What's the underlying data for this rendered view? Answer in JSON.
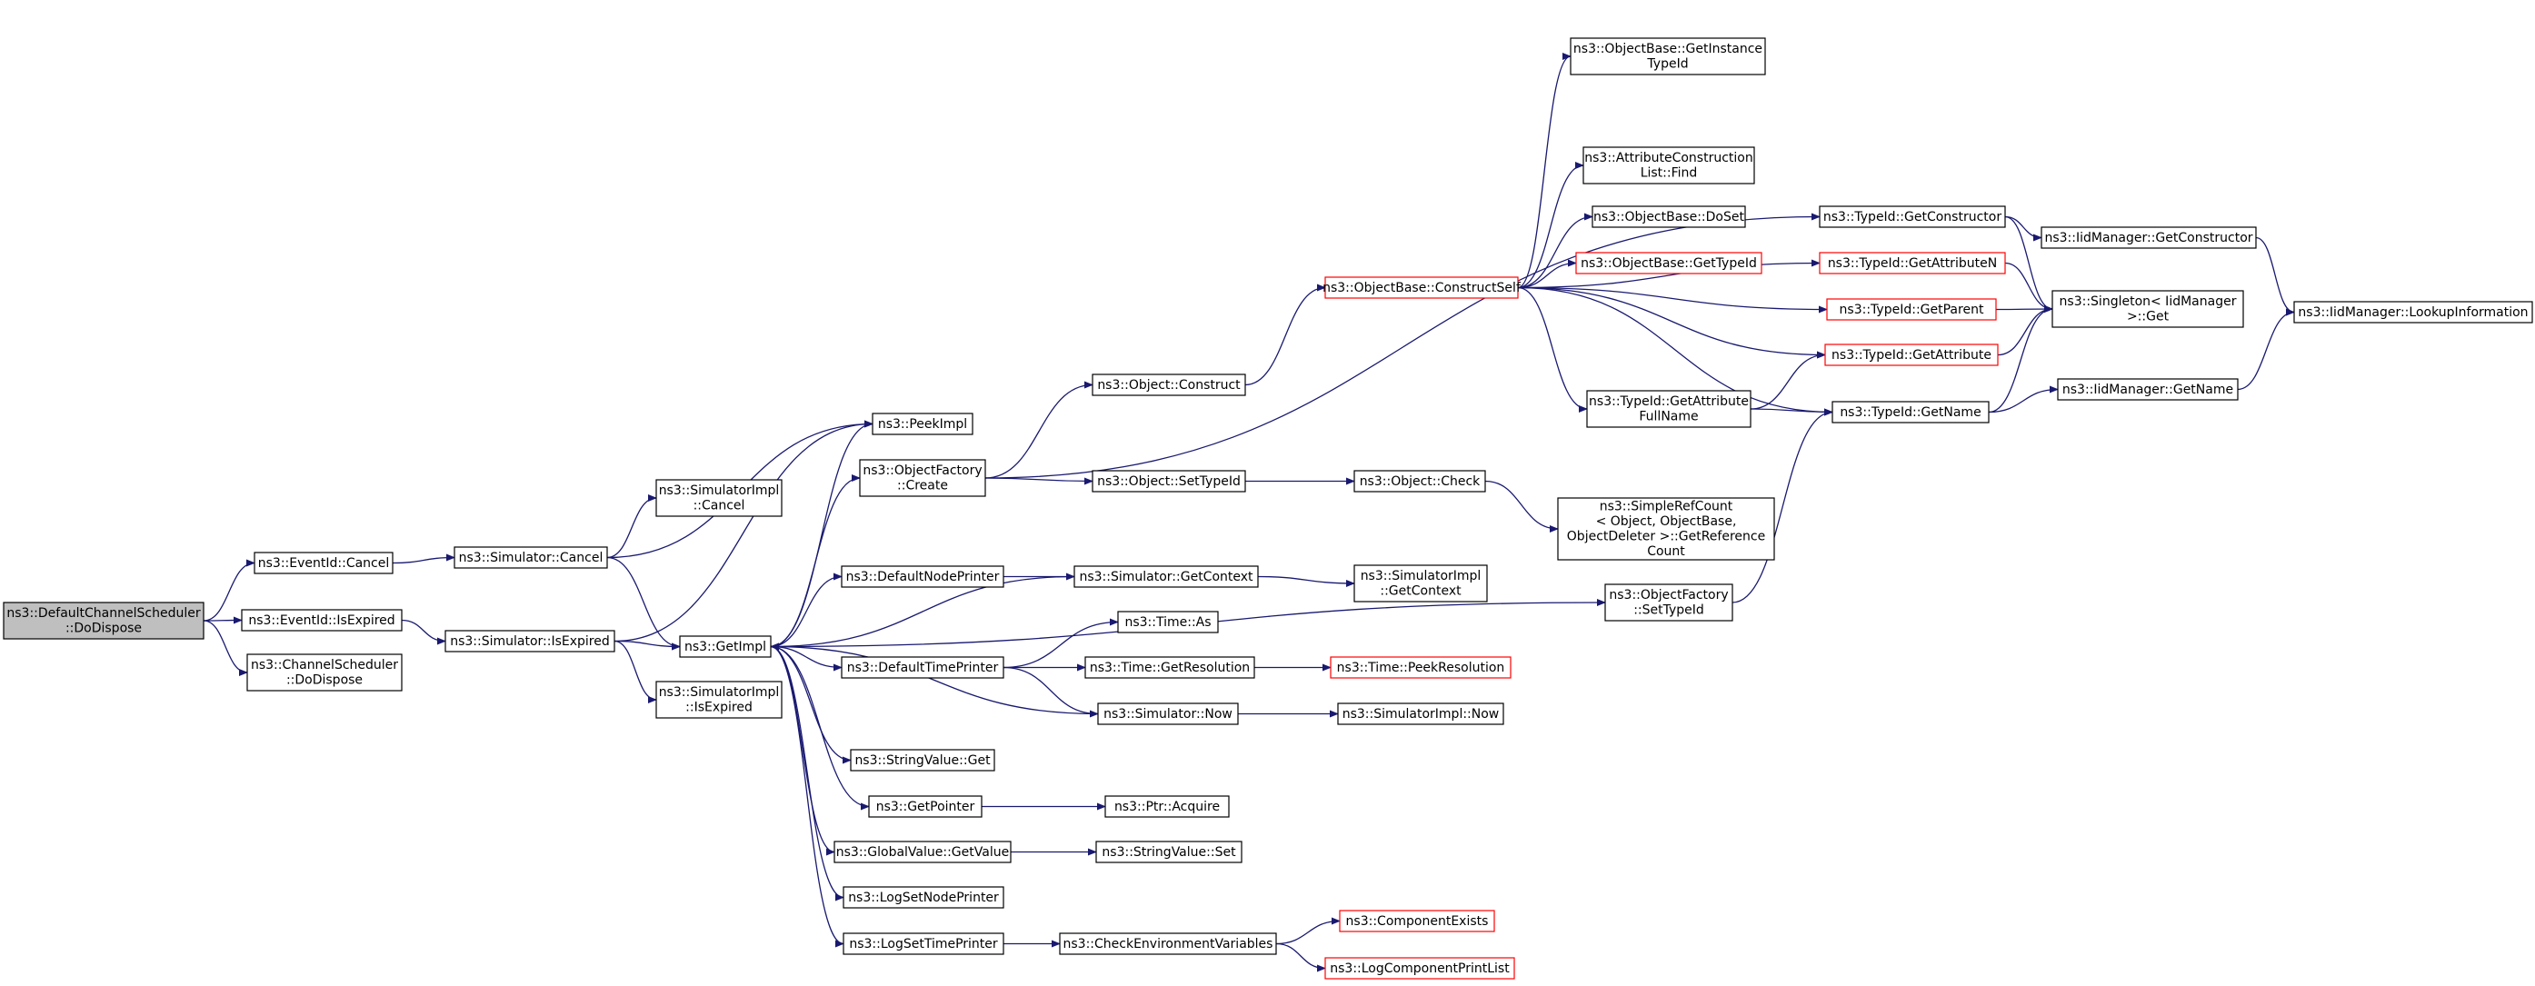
{
  "colors": {
    "edge": "#191970",
    "node_border": "#000000",
    "node_border_truncated": "#ff0000",
    "root_fill": "#bfbfbf",
    "node_fill": "#ffffff",
    "background": "#ffffff"
  },
  "nodes": [
    {
      "id": "root",
      "lines": [
        "ns3::DefaultChannelScheduler",
        "::DoDispose"
      ],
      "style": "root"
    },
    {
      "id": "eventid_cancel",
      "lines": [
        "ns3::EventId::Cancel"
      ],
      "style": "normal"
    },
    {
      "id": "eventid_isexpired",
      "lines": [
        "ns3::EventId::IsExpired"
      ],
      "style": "normal"
    },
    {
      "id": "channelscheduler_dodispose",
      "lines": [
        "ns3::ChannelScheduler",
        "::DoDispose"
      ],
      "style": "normal"
    },
    {
      "id": "simulator_cancel",
      "lines": [
        "ns3::Simulator::Cancel"
      ],
      "style": "normal"
    },
    {
      "id": "simulator_isexpired",
      "lines": [
        "ns3::Simulator::IsExpired"
      ],
      "style": "normal"
    },
    {
      "id": "simimpl_cancel",
      "lines": [
        "ns3::SimulatorImpl",
        "::Cancel"
      ],
      "style": "normal"
    },
    {
      "id": "getimpl",
      "lines": [
        "ns3::GetImpl"
      ],
      "style": "normal"
    },
    {
      "id": "simimpl_isexpired",
      "lines": [
        "ns3::SimulatorImpl",
        "::IsExpired"
      ],
      "style": "normal"
    },
    {
      "id": "peekimpl",
      "lines": [
        "ns3::PeekImpl"
      ],
      "style": "normal"
    },
    {
      "id": "objectfactory_create",
      "lines": [
        "ns3::ObjectFactory",
        "::Create"
      ],
      "style": "normal"
    },
    {
      "id": "defaultnodeprinter",
      "lines": [
        "ns3::DefaultNodePrinter"
      ],
      "style": "normal"
    },
    {
      "id": "defaulttimeprinter",
      "lines": [
        "ns3::DefaultTimePrinter"
      ],
      "style": "normal"
    },
    {
      "id": "stringvalue_get",
      "lines": [
        "ns3::StringValue::Get"
      ],
      "style": "normal"
    },
    {
      "id": "getpointer",
      "lines": [
        "ns3::GetPointer"
      ],
      "style": "normal"
    },
    {
      "id": "globalvalue_getvalue",
      "lines": [
        "ns3::GlobalValue::GetValue"
      ],
      "style": "normal"
    },
    {
      "id": "logsetnodeprinter",
      "lines": [
        "ns3::LogSetNodePrinter"
      ],
      "style": "normal"
    },
    {
      "id": "logsettimeprinter",
      "lines": [
        "ns3::LogSetTimePrinter"
      ],
      "style": "normal"
    },
    {
      "id": "object_construct",
      "lines": [
        "ns3::Object::Construct"
      ],
      "style": "normal"
    },
    {
      "id": "object_settypeid",
      "lines": [
        "ns3::Object::SetTypeId"
      ],
      "style": "normal"
    },
    {
      "id": "simulator_getcontext",
      "lines": [
        "ns3::Simulator::GetContext"
      ],
      "style": "normal"
    },
    {
      "id": "time_as",
      "lines": [
        "ns3::Time::As"
      ],
      "style": "normal"
    },
    {
      "id": "time_getresolution",
      "lines": [
        "ns3::Time::GetResolution"
      ],
      "style": "normal"
    },
    {
      "id": "simulator_now",
      "lines": [
        "ns3::Simulator::Now"
      ],
      "style": "normal"
    },
    {
      "id": "ptr_acquire",
      "lines": [
        "ns3::Ptr::Acquire"
      ],
      "style": "normal"
    },
    {
      "id": "stringvalue_set",
      "lines": [
        "ns3::StringValue::Set"
      ],
      "style": "normal"
    },
    {
      "id": "checkenvvars",
      "lines": [
        "ns3::CheckEnvironmentVariables"
      ],
      "style": "normal"
    },
    {
      "id": "objectbase_constructself",
      "lines": [
        "ns3::ObjectBase::ConstructSelf"
      ],
      "style": "truncated"
    },
    {
      "id": "object_check",
      "lines": [
        "ns3::Object::Check"
      ],
      "style": "normal"
    },
    {
      "id": "simimpl_getcontext",
      "lines": [
        "ns3::SimulatorImpl",
        "::GetContext"
      ],
      "style": "normal"
    },
    {
      "id": "time_peekresolution",
      "lines": [
        "ns3::Time::PeekResolution"
      ],
      "style": "truncated"
    },
    {
      "id": "simimpl_now",
      "lines": [
        "ns3::SimulatorImpl::Now"
      ],
      "style": "normal"
    },
    {
      "id": "componentexists",
      "lines": [
        "ns3::ComponentExists"
      ],
      "style": "truncated"
    },
    {
      "id": "logcomponentprintlist",
      "lines": [
        "ns3::LogComponentPrintList"
      ],
      "style": "truncated"
    },
    {
      "id": "objectbase_getinstancetypeid",
      "lines": [
        "ns3::ObjectBase::GetInstance",
        "TypeId"
      ],
      "style": "normal"
    },
    {
      "id": "attrconstrlist_find",
      "lines": [
        "ns3::AttributeConstruction",
        "List::Find"
      ],
      "style": "normal"
    },
    {
      "id": "objectbase_doset",
      "lines": [
        "ns3::ObjectBase::DoSet"
      ],
      "style": "normal"
    },
    {
      "id": "objectbase_gettypeid",
      "lines": [
        "ns3::ObjectBase::GetTypeId"
      ],
      "style": "truncated"
    },
    {
      "id": "typeid_getattributefullname",
      "lines": [
        "ns3::TypeId::GetAttribute",
        "FullName"
      ],
      "style": "normal"
    },
    {
      "id": "simplerefcount_getrefcount",
      "lines": [
        "ns3::SimpleRefCount",
        "< Object, ObjectBase,",
        "ObjectDeleter >::GetReference",
        "Count"
      ],
      "style": "normal"
    },
    {
      "id": "objectfactory_settypeid",
      "lines": [
        "ns3::ObjectFactory",
        "::SetTypeId"
      ],
      "style": "normal"
    },
    {
      "id": "typeid_getconstructor",
      "lines": [
        "ns3::TypeId::GetConstructor"
      ],
      "style": "normal"
    },
    {
      "id": "typeid_getattributen",
      "lines": [
        "ns3::TypeId::GetAttributeN"
      ],
      "style": "truncated"
    },
    {
      "id": "typeid_getparent",
      "lines": [
        "ns3::TypeId::GetParent"
      ],
      "style": "truncated"
    },
    {
      "id": "typeid_getattribute",
      "lines": [
        "ns3::TypeId::GetAttribute"
      ],
      "style": "truncated"
    },
    {
      "id": "typeid_getname",
      "lines": [
        "ns3::TypeId::GetName"
      ],
      "style": "normal"
    },
    {
      "id": "iidmanager_getconstructor",
      "lines": [
        "ns3::IidManager::GetConstructor"
      ],
      "style": "normal"
    },
    {
      "id": "singleton_get",
      "lines": [
        "ns3::Singleton< IidManager",
        ">::Get"
      ],
      "style": "normal"
    },
    {
      "id": "iidmanager_getname",
      "lines": [
        "ns3::IidManager::GetName"
      ],
      "style": "normal"
    },
    {
      "id": "iidmanager_lookupinformation",
      "lines": [
        "ns3::IidManager::LookupInformation"
      ],
      "style": "normal"
    }
  ],
  "edges": [
    [
      "root",
      "eventid_cancel"
    ],
    [
      "root",
      "eventid_isexpired"
    ],
    [
      "root",
      "channelscheduler_dodispose"
    ],
    [
      "eventid_cancel",
      "simulator_cancel"
    ],
    [
      "eventid_isexpired",
      "simulator_isexpired"
    ],
    [
      "simulator_cancel",
      "simimpl_cancel"
    ],
    [
      "simulator_cancel",
      "getimpl"
    ],
    [
      "simulator_cancel",
      "peekimpl"
    ],
    [
      "simulator_isexpired",
      "getimpl"
    ],
    [
      "simulator_isexpired",
      "simimpl_isexpired"
    ],
    [
      "simulator_isexpired",
      "peekimpl"
    ],
    [
      "getimpl",
      "peekimpl"
    ],
    [
      "getimpl",
      "objectfactory_create"
    ],
    [
      "getimpl",
      "defaultnodeprinter"
    ],
    [
      "getimpl",
      "defaulttimeprinter"
    ],
    [
      "getimpl",
      "stringvalue_get"
    ],
    [
      "getimpl",
      "getpointer"
    ],
    [
      "getimpl",
      "globalvalue_getvalue"
    ],
    [
      "getimpl",
      "logsetnodeprinter"
    ],
    [
      "getimpl",
      "logsettimeprinter"
    ],
    [
      "getimpl",
      "objectfactory_settypeid"
    ],
    [
      "simulator_getcontext",
      "getimpl"
    ],
    [
      "simulator_now",
      "getimpl"
    ],
    [
      "objectfactory_create",
      "object_construct"
    ],
    [
      "objectfactory_create",
      "object_settypeid"
    ],
    [
      "objectfactory_create",
      "typeid_getconstructor"
    ],
    [
      "defaultnodeprinter",
      "simulator_getcontext"
    ],
    [
      "defaulttimeprinter",
      "time_as"
    ],
    [
      "defaulttimeprinter",
      "time_getresolution"
    ],
    [
      "defaulttimeprinter",
      "simulator_now"
    ],
    [
      "getpointer",
      "ptr_acquire"
    ],
    [
      "globalvalue_getvalue",
      "stringvalue_set"
    ],
    [
      "logsettimeprinter",
      "checkenvvars"
    ],
    [
      "object_construct",
      "objectbase_constructself"
    ],
    [
      "object_settypeid",
      "object_check"
    ],
    [
      "simulator_getcontext",
      "simimpl_getcontext"
    ],
    [
      "time_getresolution",
      "time_peekresolution"
    ],
    [
      "simulator_now",
      "simimpl_now"
    ],
    [
      "checkenvvars",
      "componentexists"
    ],
    [
      "checkenvvars",
      "logcomponentprintlist"
    ],
    [
      "object_check",
      "simplerefcount_getrefcount"
    ],
    [
      "objectbase_constructself",
      "objectbase_getinstancetypeid"
    ],
    [
      "objectbase_constructself",
      "attrconstrlist_find"
    ],
    [
      "objectbase_constructself",
      "objectbase_doset"
    ],
    [
      "objectbase_constructself",
      "objectbase_gettypeid"
    ],
    [
      "objectbase_constructself",
      "typeid_getattributen"
    ],
    [
      "objectbase_constructself",
      "typeid_getparent"
    ],
    [
      "objectbase_constructself",
      "typeid_getattribute"
    ],
    [
      "objectbase_constructself",
      "typeid_getattributefullname"
    ],
    [
      "objectbase_constructself",
      "typeid_getname"
    ],
    [
      "typeid_getattributefullname",
      "typeid_getattribute"
    ],
    [
      "typeid_getattributefullname",
      "typeid_getname"
    ],
    [
      "objectfactory_settypeid",
      "typeid_getname"
    ],
    [
      "typeid_getconstructor",
      "iidmanager_getconstructor"
    ],
    [
      "typeid_getconstructor",
      "singleton_get"
    ],
    [
      "typeid_getattributen",
      "singleton_get"
    ],
    [
      "typeid_getparent",
      "singleton_get"
    ],
    [
      "typeid_getattribute",
      "singleton_get"
    ],
    [
      "typeid_getname",
      "singleton_get"
    ],
    [
      "typeid_getname",
      "iidmanager_getname"
    ],
    [
      "iidmanager_getconstructor",
      "iidmanager_lookupinformation"
    ],
    [
      "iidmanager_getname",
      "iidmanager_lookupinformation"
    ]
  ]
}
